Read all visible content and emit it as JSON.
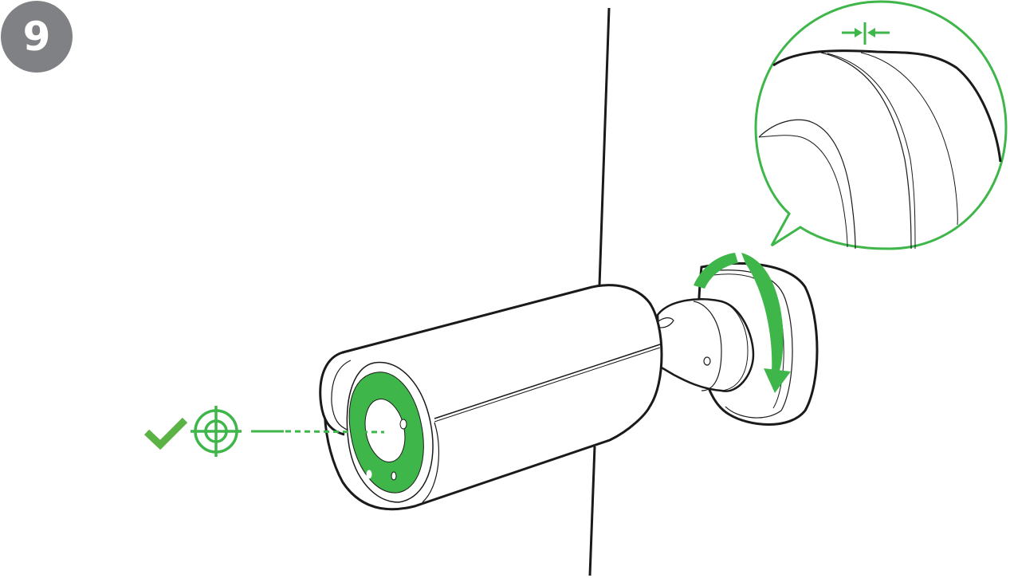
{
  "step": {
    "number": "9",
    "badge_color": "#808184"
  },
  "colors": {
    "accent_green": "#3fb64a",
    "check_green": "#5bb346",
    "line": "#1a1a1a"
  },
  "illustration": {
    "subject": "bullet camera mounted on wall",
    "annotations": [
      {
        "name": "checkmark-icon",
        "meaning": "correct alignment"
      },
      {
        "name": "crosshair-target-icon",
        "meaning": "aim at target"
      },
      {
        "name": "aim-line",
        "meaning": "line of sight from lens to target"
      },
      {
        "name": "rotate-arrow-icon",
        "meaning": "rotate base ring"
      },
      {
        "name": "detail-callout",
        "meaning": "zoom-in of base seam"
      },
      {
        "name": "gap-close-arrows-icon",
        "meaning": "close gap fully"
      }
    ]
  }
}
